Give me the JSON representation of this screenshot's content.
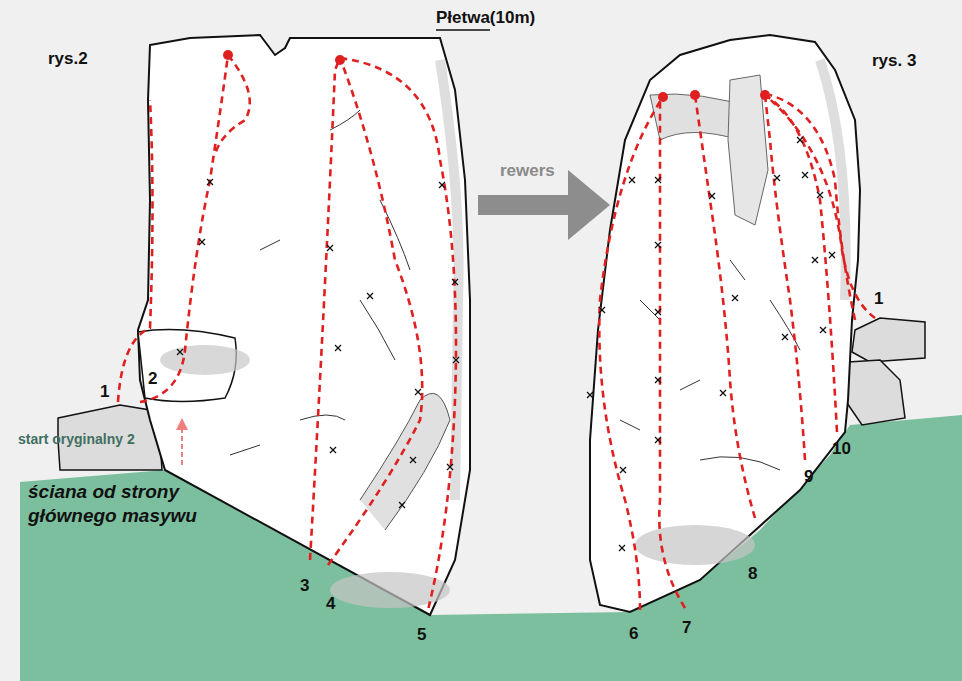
{
  "diagram": {
    "title": "Płetwa(10m)",
    "labels": [
      "rys.2",
      "rys. 3",
      "rewers",
      "1",
      "2",
      "3",
      "4",
      "5",
      "6",
      "7",
      "8",
      "9",
      "10",
      "1",
      "start oryginalny 2",
      "ściana od strony głównego masywu"
    ]
  }
}
